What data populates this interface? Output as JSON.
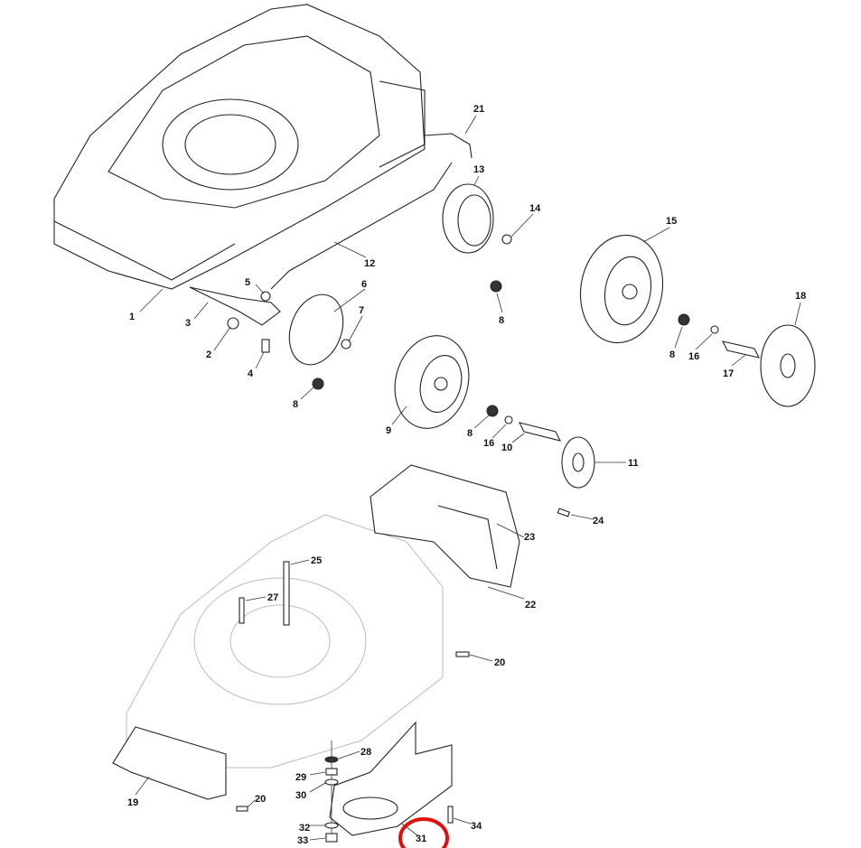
{
  "diagram": {
    "title": "Lawn mower exploded parts diagram",
    "highlight_color": "#e01010",
    "highlighted_part": "31",
    "upper_assembly_labels": [
      "1",
      "2",
      "3",
      "4",
      "5",
      "6",
      "7",
      "8",
      "9",
      "8",
      "16",
      "10",
      "11",
      "12",
      "13",
      "14",
      "15",
      "8",
      "8",
      "16",
      "17",
      "18",
      "21"
    ],
    "lower_assembly_labels": [
      "24",
      "23",
      "22",
      "25",
      "27",
      "20",
      "28",
      "29",
      "30",
      "19",
      "20",
      "32",
      "33",
      "34",
      "31"
    ]
  }
}
